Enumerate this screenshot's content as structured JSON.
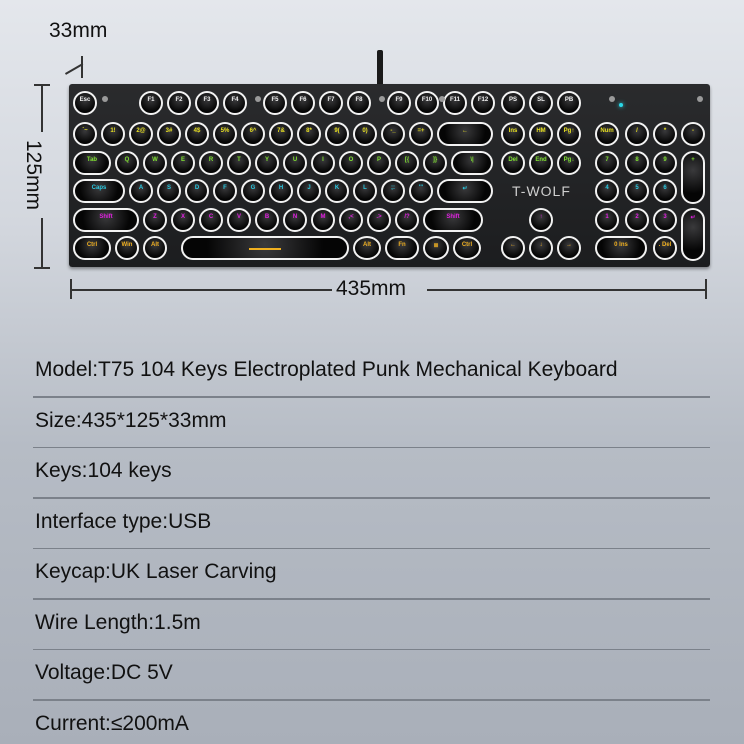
{
  "dimensions": {
    "depth_label": "33mm",
    "height_label": "125mm",
    "width_label": "435mm"
  },
  "keyboard": {
    "brand_logo": "T-WOLF",
    "colors": {
      "yellow": "#e8e020",
      "green": "#7fe030",
      "cyan": "#2ac8e0",
      "magenta": "#e020e0",
      "orange": "#f0b020",
      "white": "#f2f2f2"
    },
    "rows": [
      {
        "name": "function-row",
        "color": "white",
        "keys": [
          "Esc",
          "F1",
          "F2",
          "F3",
          "F4",
          "F5",
          "F6",
          "F7",
          "F8",
          "F9",
          "F10",
          "F11",
          "F12",
          "PS",
          "SL",
          "PB"
        ]
      },
      {
        "name": "number-row",
        "color": "yellow",
        "keys": [
          "`~",
          "1!",
          "2@",
          "3#",
          "4$",
          "5%",
          "6^",
          "7&",
          "8*",
          "9(",
          "0)",
          "-_",
          "=+",
          "←",
          "Ins",
          "HM",
          "Pg↑",
          "Num",
          "/",
          "*",
          "-"
        ]
      },
      {
        "name": "qwerty-row",
        "color": "green",
        "keys": [
          "Tab",
          "Q",
          "W",
          "E",
          "R",
          "T",
          "Y",
          "U",
          "I",
          "O",
          "P",
          "[{",
          "]}",
          "\\|",
          "Del",
          "End",
          "Pg↓",
          "7",
          "8",
          "9",
          "+"
        ]
      },
      {
        "name": "home-row",
        "color": "cyan",
        "keys": [
          "Caps",
          "A",
          "S",
          "D",
          "F",
          "G",
          "H",
          "J",
          "K",
          "L",
          ";:",
          "'\"",
          "↵",
          "4",
          "5",
          "6"
        ]
      },
      {
        "name": "shift-row",
        "color": "magenta",
        "keys": [
          "Shift",
          "Z",
          "X",
          "C",
          "V",
          "B",
          "N",
          "M",
          ",<",
          ".>",
          "/?",
          "Shift",
          "↑",
          "1",
          "2",
          "3",
          "↵"
        ]
      },
      {
        "name": "bottom-row",
        "color": "orange",
        "keys": [
          "Ctrl",
          "Win",
          "Alt",
          "",
          "Alt",
          "Fn",
          "≣",
          "Ctrl",
          "←",
          "↓",
          "→",
          "0 Ins",
          ". Del"
        ]
      }
    ]
  },
  "specs": [
    {
      "label": "Model:T75  104 Keys Electroplated Punk Mechanical Keyboard"
    },
    {
      "label": "Size:435*125*33mm"
    },
    {
      "label": "Keys:104 keys"
    },
    {
      "label": "Interface type:USB"
    },
    {
      "label": "Keycap:UK Laser Carving"
    },
    {
      "label": "Wire Length:1.5m"
    },
    {
      "label": "Voltage:DC 5V"
    },
    {
      "label": "Current:≤200mA"
    }
  ]
}
